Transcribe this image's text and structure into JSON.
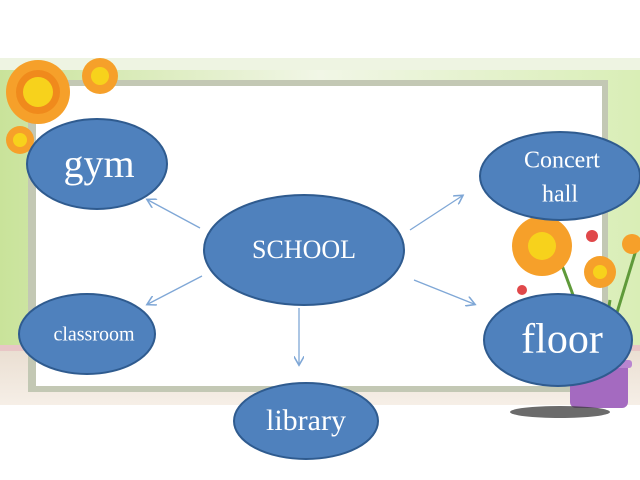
{
  "diagram": {
    "center": {
      "label": "SCHOOL"
    },
    "nodes": [
      {
        "id": "gym",
        "label": "gym"
      },
      {
        "id": "concert-hall",
        "lines": [
          "Concert",
          "hall"
        ]
      },
      {
        "id": "classroom",
        "label": "classroom"
      },
      {
        "id": "floor",
        "label": "floor"
      },
      {
        "id": "library",
        "label": "library"
      }
    ]
  },
  "colors": {
    "oval_fill": "#4f81bd",
    "oval_stroke": "#2f5b8f",
    "arrow": "#7fa7d6",
    "board_frame": "#c3c8b4",
    "flower_petal": "#f6a02a",
    "flower_center": "#f7d21c",
    "vase": "#a46ac0"
  }
}
